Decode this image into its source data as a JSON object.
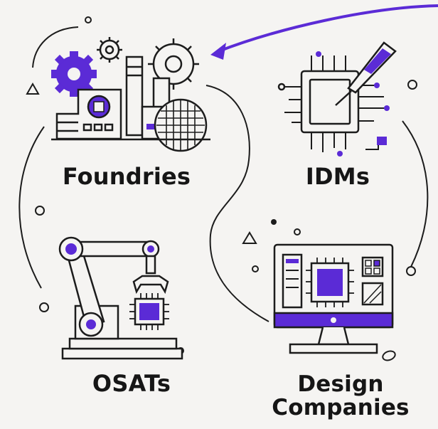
{
  "nodes": {
    "foundries": {
      "label": "Foundries"
    },
    "idms": {
      "label": "IDMs"
    },
    "osats": {
      "label": "OSATs"
    },
    "design": {
      "label_line1": "Design",
      "label_line2": "Companies"
    }
  },
  "colors": {
    "accent": "#5b2bd6",
    "ink": "#1c1c1c",
    "background": "#f5f4f2"
  },
  "icons": [
    "factory-icon",
    "chip-with-probe-icon",
    "robotic-arm-icon",
    "computer-monitor-icon"
  ]
}
